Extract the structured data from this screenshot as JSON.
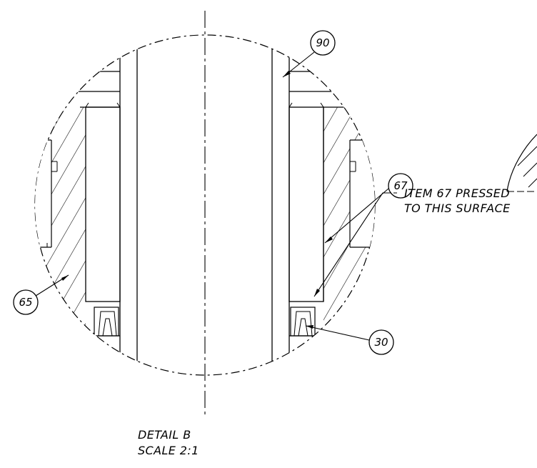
{
  "drawing": {
    "detail_title": "DETAIL B",
    "detail_scale": "SCALE 2:1",
    "balloons": {
      "item_90": "90",
      "item_67": "67",
      "item_65": "65",
      "item_30": "30"
    },
    "note": {
      "line1": "ITEM 67 PRESSED",
      "line2": "TO THIS SURFACE"
    }
  },
  "colors": {
    "line": "#000000",
    "background": "#ffffff"
  }
}
